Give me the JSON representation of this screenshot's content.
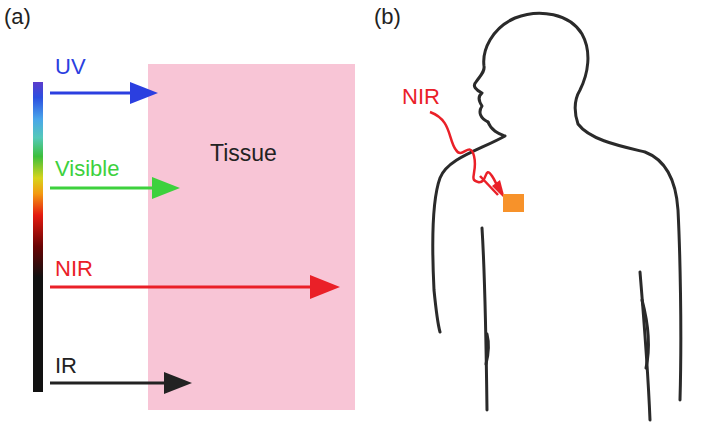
{
  "diagram": {
    "nodes": [
      {
        "text": [
          "Tissue"
        ]
      }
    ],
    "labels": [
      "(a)",
      "(b)",
      "UV",
      "Visible",
      "NIR",
      "IR",
      "NIR"
    ]
  }
}
